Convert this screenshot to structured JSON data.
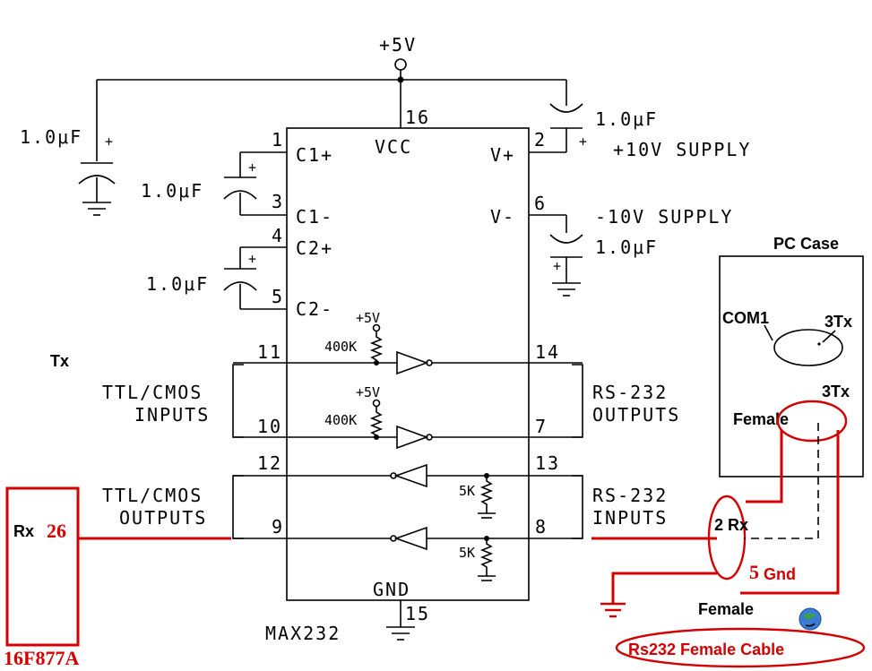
{
  "chip": {
    "name": "MAX232",
    "vcc_pin": "16",
    "vcc_label": "VCC",
    "gnd_pin": "15",
    "gnd_label": "GND",
    "left_pins": [
      {
        "num": "1",
        "label": "C1+"
      },
      {
        "num": "3",
        "label": "C1-"
      },
      {
        "num": "4",
        "label": "C2+"
      },
      {
        "num": "5",
        "label": "C2-"
      },
      {
        "num": "11",
        "label": ""
      },
      {
        "num": "10",
        "label": ""
      },
      {
        "num": "12",
        "label": ""
      },
      {
        "num": "9",
        "label": ""
      }
    ],
    "right_pins": [
      {
        "num": "2",
        "label": "V+"
      },
      {
        "num": "6",
        "label": "V-"
      },
      {
        "num": "14",
        "label": ""
      },
      {
        "num": "7",
        "label": ""
      },
      {
        "num": "13",
        "label": ""
      },
      {
        "num": "8",
        "label": ""
      }
    ]
  },
  "supply": "+5V",
  "capacitor_label": "1.0μF",
  "plus_sign": "+",
  "supply_labels": {
    "pos": "+10V SUPPLY",
    "neg": "-10V SUPPLY"
  },
  "group_labels": {
    "ttl_inputs": [
      "TTL/CMOS",
      "INPUTS"
    ],
    "ttl_outputs": [
      "TTL/CMOS",
      "OUTPUTS"
    ],
    "rs_outputs": [
      "RS-232",
      "OUTPUTS"
    ],
    "rs_inputs": [
      "RS-232",
      "INPUTS"
    ]
  },
  "pullup": {
    "supply": "+5V",
    "resistor": "400K"
  },
  "pulldown": "5K",
  "annotations": {
    "tx": "Tx",
    "mcu_rx": "Rx",
    "mcu_pin": "26",
    "mcu_name": "16F877A",
    "pc_case": "PC Case",
    "com1": "COM1",
    "tx_pin_3": "3Tx",
    "female": "Female",
    "rx_pin": "2 Rx",
    "gnd_num": "5",
    "gnd_label": "Gnd",
    "cable": "Rs232 Female Cable"
  },
  "colors": {
    "accent": "#d40000",
    "line": "#000000"
  }
}
